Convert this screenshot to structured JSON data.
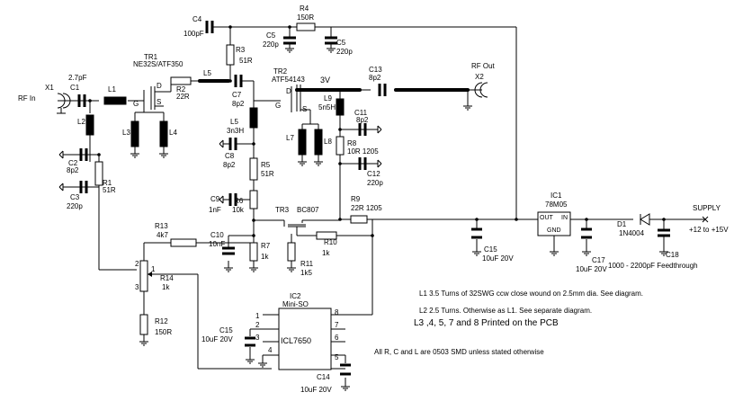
{
  "components": {
    "x1": {
      "ref": "X1",
      "name": "RF In"
    },
    "x2": {
      "ref": "X2",
      "name": "RF Out"
    },
    "c1": {
      "ref": "C1",
      "value": "2.7pF"
    },
    "l1": {
      "ref": "L1"
    },
    "l2": {
      "ref": "L2"
    },
    "c2": {
      "ref": "C2",
      "value": "8p2"
    },
    "c3": {
      "ref": "C3",
      "value": "220p"
    },
    "r1": {
      "ref": "R1",
      "value": "51R"
    },
    "tr1": {
      "ref": "TR1",
      "value": "NE32S/ATF350",
      "d": "D",
      "g": "G",
      "s": "S"
    },
    "r2": {
      "ref": "R2",
      "value": "22R"
    },
    "l3": {
      "ref": "L3"
    },
    "l4": {
      "ref": "L4"
    },
    "c4": {
      "ref": "C4",
      "value": "100pF"
    },
    "r3": {
      "ref": "R3",
      "value": "51R"
    },
    "r4": {
      "ref": "R4",
      "value": "150R"
    },
    "c5a": {
      "ref": "C5",
      "value": "220p"
    },
    "c5b": {
      "ref": "C5",
      "value": "220p"
    },
    "l5a": {
      "ref": "L5"
    },
    "c7": {
      "ref": "C7",
      "value": "8p2"
    },
    "l5b": {
      "ref": "L5",
      "value": "3n3H"
    },
    "c8": {
      "ref": "C8",
      "value": "8p2"
    },
    "r5": {
      "ref": "R5",
      "value": "51R"
    },
    "c9": {
      "ref": "C9",
      "value": "1nF"
    },
    "r6": {
      "ref": "R6",
      "value": "10k"
    },
    "tr2": {
      "ref": "TR2",
      "value": "ATF54143",
      "d": "D",
      "g": "G",
      "s": "S"
    },
    "v3": {
      "value": "3V"
    },
    "l9": {
      "ref": "L9",
      "value": "5n5H"
    },
    "l7": {
      "ref": "L7"
    },
    "l8": {
      "ref": "L8"
    },
    "c13": {
      "ref": "C13",
      "value": "8p2"
    },
    "c11": {
      "ref": "C11",
      "value": "8p2"
    },
    "r8": {
      "ref": "R8",
      "value": "10R 1205"
    },
    "c12": {
      "ref": "C12",
      "value": "220p"
    },
    "r9": {
      "ref": "R9",
      "value": "22R 1205"
    },
    "tr3": {
      "ref": "TR3",
      "value": "BC807"
    },
    "r10": {
      "ref": "R10",
      "value": "1k"
    },
    "r11": {
      "ref": "R11",
      "value": "1k5"
    },
    "c10": {
      "ref": "C10",
      "value": "10nF"
    },
    "r7": {
      "ref": "R7",
      "value": "1k"
    },
    "r13": {
      "ref": "R13",
      "value": "4k7"
    },
    "r14": {
      "ref": "R14",
      "value": "1k"
    },
    "r12": {
      "ref": "R12",
      "value": "150R"
    },
    "ic2": {
      "ref": "IC2",
      "pkg": "Mini-SO",
      "value": "ICL7650"
    },
    "c15a": {
      "ref": "C15",
      "value": "10uF 20V"
    },
    "c14": {
      "ref": "C14",
      "value": "10uF 20V"
    },
    "c15b": {
      "ref": "C15",
      "value": "10uF 20V"
    },
    "ic1": {
      "ref": "IC1",
      "value": "78M05",
      "out": "OUT",
      "in": "IN",
      "gnd": "GND"
    },
    "c17": {
      "ref": "C17",
      "value": "10uF 20V"
    },
    "d1": {
      "ref": "D1",
      "value": "1N4004"
    },
    "c18": {
      "ref": "C18",
      "value": "1000 - 2200pF Feedthrough"
    },
    "supply": {
      "name": "SUPPLY",
      "value": "+12 to +15V"
    }
  },
  "pins": {
    "ic2_left": [
      "1",
      "2",
      "3",
      "4"
    ],
    "ic2_right": [
      "8",
      "7",
      "6",
      "5"
    ],
    "r14": [
      "2",
      "3",
      "1"
    ]
  },
  "notes": {
    "n1": "L1 3.5 Turns of 32SWG ccw close wound on 2.5mm dia. See diagram.",
    "n2": "L2 2.5 Turns. Otherwise as L1. See separate diagram.",
    "n3": "L3 ,4, 5, 7 and 8 Printed on the PCB",
    "n4": "All R, C and L are 0503 SMD unless stated otherwise"
  }
}
